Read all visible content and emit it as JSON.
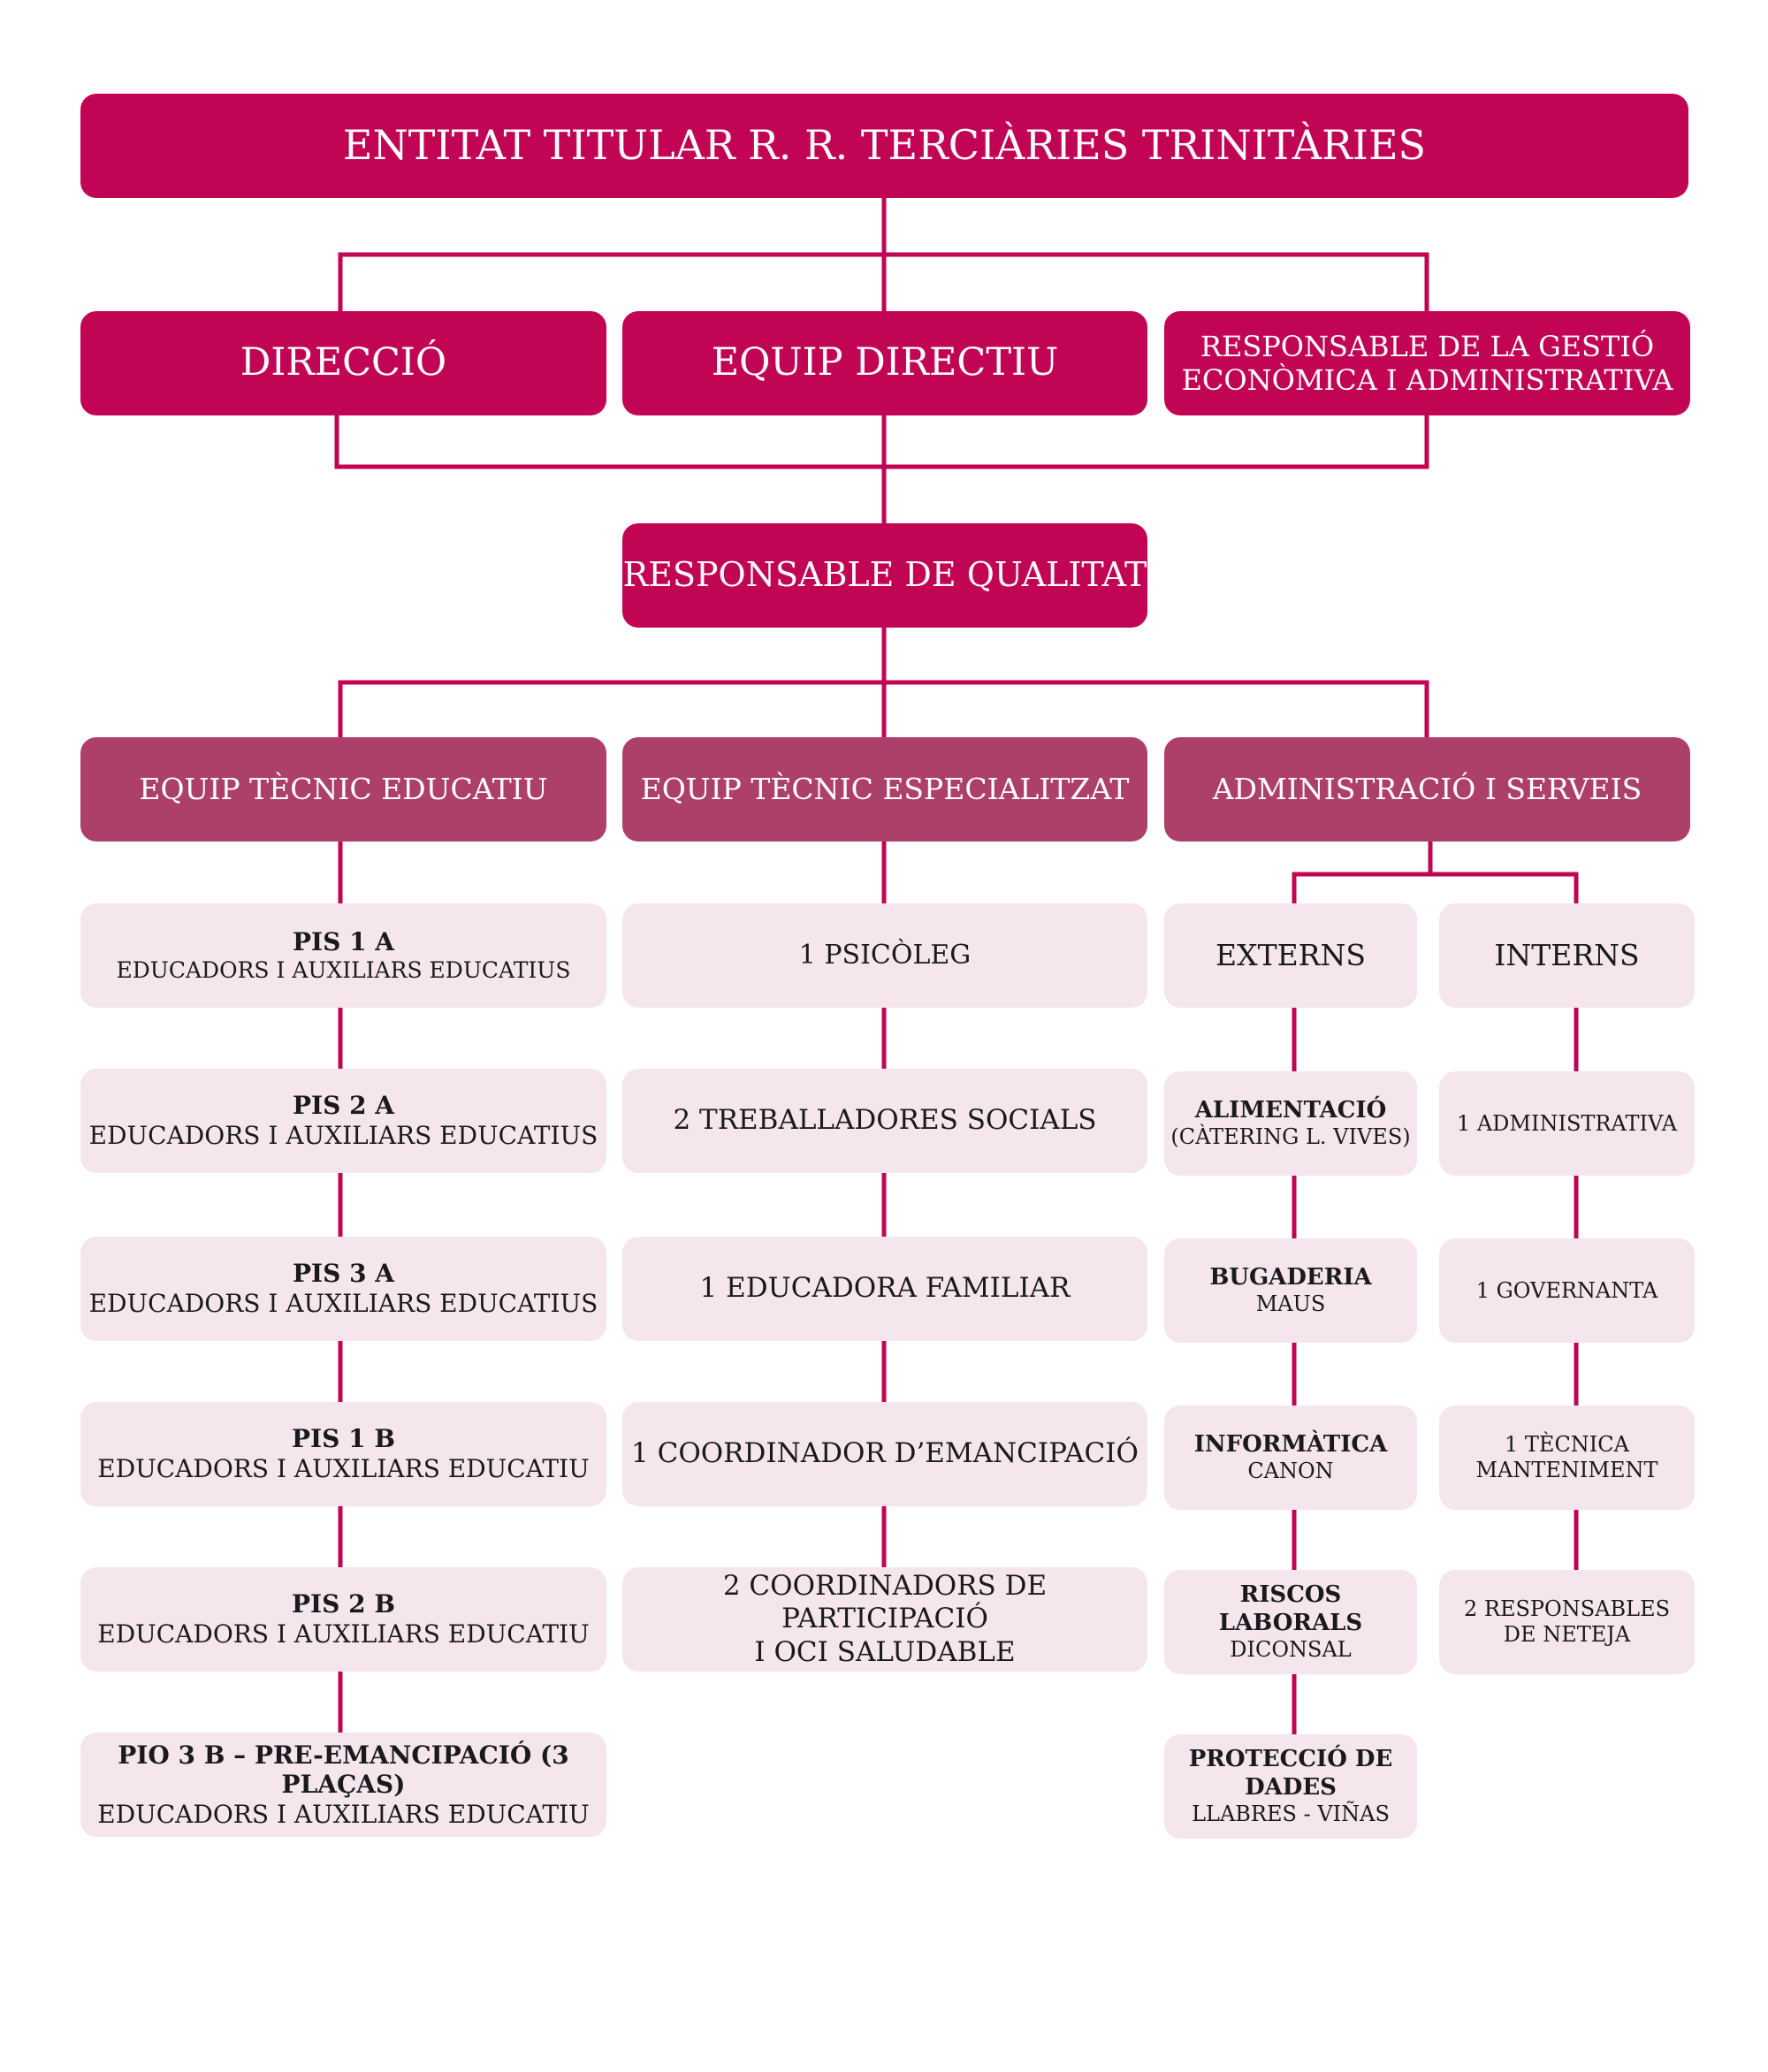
{
  "colors": {
    "primary": "#c20454",
    "secondary": "#ad406a",
    "light": "#f5e6ed",
    "line": "#c20454"
  },
  "top": "ENTITAT TITULAR R. R. TERCIÀRIES TRINITÀRIES",
  "level1": {
    "direccio": "DIRECCIÓ",
    "equip_directiu": "EQUIP DIRECTIU",
    "gestio_1": "RESPONSABLE DE LA GESTIÓ",
    "gestio_2": "ECONÒMICA I ADMINISTRATIVA"
  },
  "qualitat": "RESPONSABLE DE QUALITAT",
  "level2": {
    "educatiu": "EQUIP TÈCNIC EDUCATIU",
    "especialitzat": "EQUIP TÈCNIC ESPECIALITZAT",
    "administracio": "ADMINISTRACIÓ I SERVEIS"
  },
  "educatiu_items": [
    {
      "title": "PIS 1 A",
      "sub": "EDUCADORS I AUXILIARS EDUCATIUS"
    },
    {
      "title": "PIS 2 A",
      "sub": "EDUCADORS I AUXILIARS EDUCATIUS"
    },
    {
      "title": "PIS 3 A",
      "sub": "EDUCADORS I AUXILIARS EDUCATIUS"
    },
    {
      "title": "PIS 1 B",
      "sub": "EDUCADORS I AUXILIARS EDUCATIU"
    },
    {
      "title": "PIS 2 B",
      "sub": "EDUCADORS I AUXILIARS EDUCATIU"
    },
    {
      "title": "PIO 3 B – PRE-EMANCIPACIÓ (3 PLAÇAS)",
      "sub": "EDUCADORS I AUXILIARS EDUCATIU"
    }
  ],
  "especialitzat_items": [
    {
      "line1": "1 PSICÒLEG"
    },
    {
      "line1": "2 TREBALLADORES SOCIALS"
    },
    {
      "line1": "1 EDUCADORA FAMILIAR"
    },
    {
      "line1": "1 COORDINADOR D’EMANCIPACIÓ"
    },
    {
      "line1": "2 COORDINADORS DE PARTICIPACIÓ",
      "line2": "I OCI SALUDABLE"
    }
  ],
  "externs": {
    "label": "EXTERNS",
    "items": [
      {
        "title": "ALIMENTACIÓ",
        "sub": "(CÀTERING L. VIVES)"
      },
      {
        "title": "BUGADERIA",
        "sub": "MAUS"
      },
      {
        "title": "INFORMÀTICA",
        "sub": "CANON"
      },
      {
        "title": "RISCOS LABORALS",
        "sub": "DICONSAL"
      },
      {
        "title": "PROTECCIÓ DE DADES",
        "sub": "LLABRES - VIÑAS"
      }
    ]
  },
  "interns": {
    "label": "INTERNS",
    "items": [
      {
        "line1": "1 ADMINISTRATIVA"
      },
      {
        "line1": "1 GOVERNANTA"
      },
      {
        "line1": "1 TÈCNICA",
        "line2": "MANTENIMENT"
      },
      {
        "line1": "2 RESPONSABLES",
        "line2": "DE NETEJA"
      }
    ]
  }
}
